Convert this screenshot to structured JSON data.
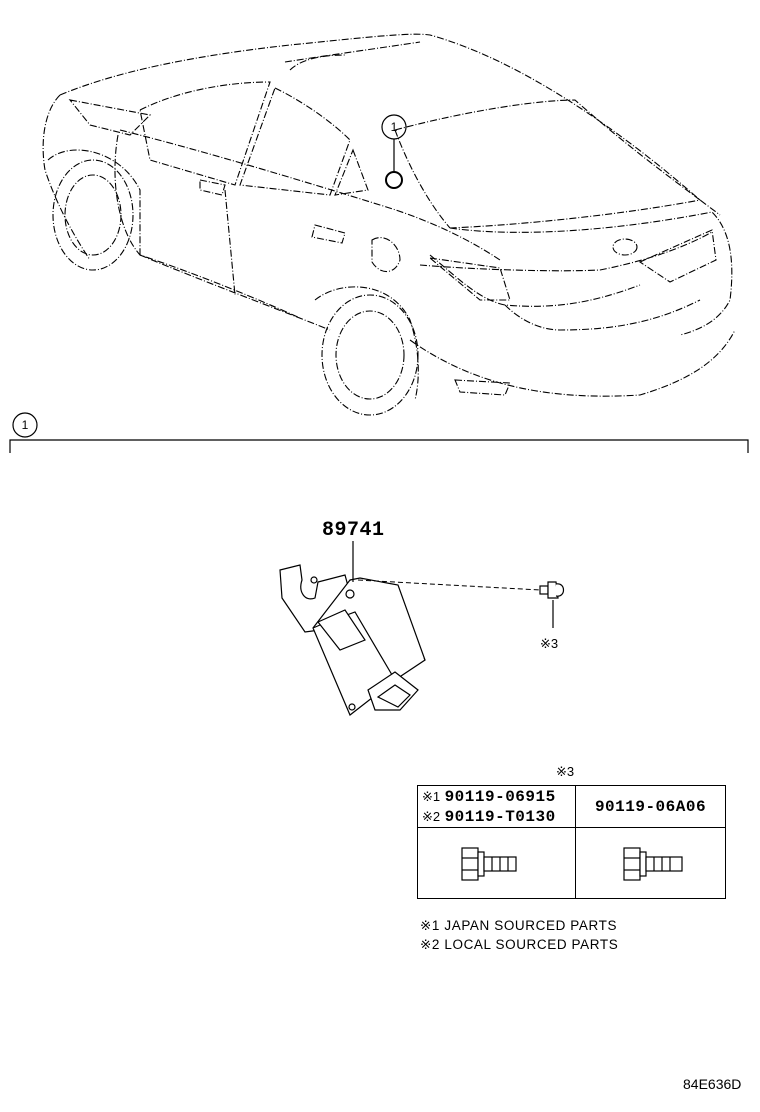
{
  "callouts": {
    "car_marker": "1",
    "section_marker": "1"
  },
  "parts": {
    "main_part": "89741",
    "screw_ref": "※3"
  },
  "bolt_table": {
    "title": "※3",
    "left_header": [
      {
        "mark": "※1",
        "part": "90119-06915"
      },
      {
        "mark": "※2",
        "part": "90119-T0130"
      }
    ],
    "right_header": "90119-06A06"
  },
  "notes": [
    "※1 JAPAN SOURCED PARTS",
    "※2 LOCAL SOURCED PARTS"
  ],
  "diagram_code": "84E636D"
}
